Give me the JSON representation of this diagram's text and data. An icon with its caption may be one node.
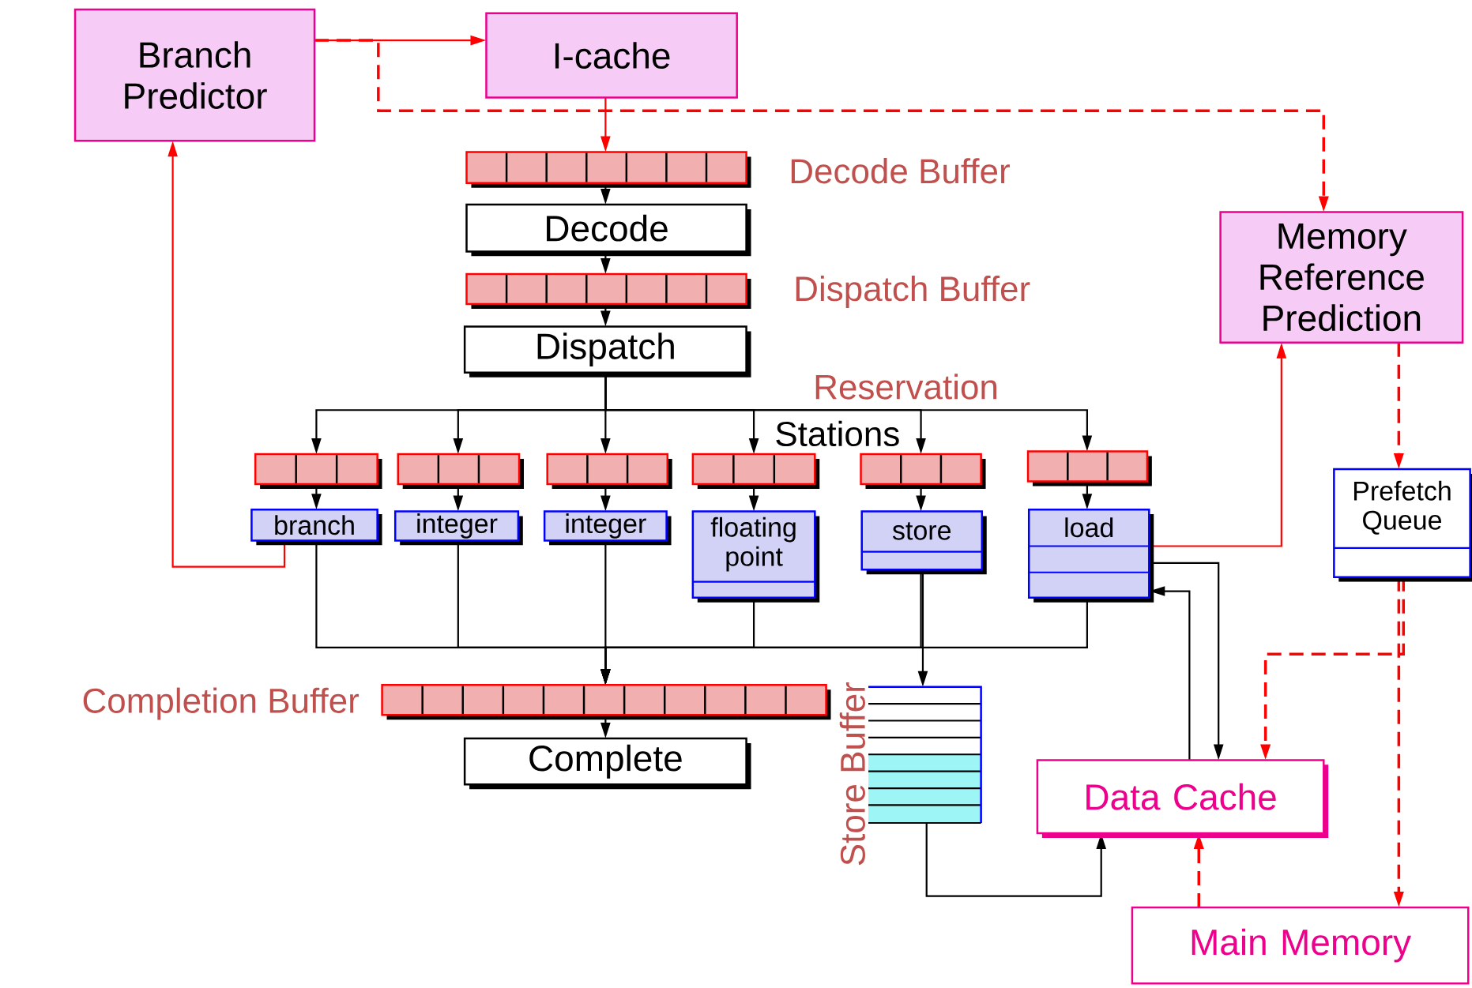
{
  "diagram": {
    "nodes": [
      {
        "text": [
          "Branch Predictor"
        ]
      },
      {
        "text": [
          "I-cache"
        ]
      },
      {
        "text": [],
        "shape": "bar",
        "beside": [
          "Decode Buffer"
        ]
      },
      {
        "text": [
          "Decode"
        ]
      },
      {
        "text": [],
        "shape": "bar",
        "beside": [
          "Dispatch Buffer"
        ]
      },
      {
        "text": [
          "Dispatch"
        ]
      },
      {
        "text": [
          "Memory Reference Prediction"
        ]
      },
      {
        "text": [],
        "shape": "bar"
      },
      {
        "text": [],
        "shape": "bar"
      },
      {
        "text": [],
        "shape": "bar"
      },
      {
        "text": [],
        "shape": "bar"
      },
      {
        "text": [],
        "shape": "bar"
      },
      {
        "text": [],
        "shape": "bar"
      },
      {
        "text": [
          "branch"
        ]
      },
      {
        "text": [
          "integer"
        ]
      },
      {
        "text": [
          "integer"
        ]
      },
      {
        "text": [
          "floating point"
        ]
      },
      {
        "text": [
          "store"
        ]
      },
      {
        "text": [
          "load"
        ]
      },
      {
        "text": [
          "Prefetch Queue"
        ]
      },
      {
        "text": [],
        "shape": "bar",
        "beside": [
          "Completion Buffer"
        ]
      },
      {
        "text": [
          "Complete"
        ]
      },
      {
        "text": [],
        "shape": "box",
        "beside": [
          "Store Buffer"
        ]
      },
      {
        "text": [
          "Data Cache"
        ]
      },
      {
        "text": [
          "Main Memory"
        ]
      }
    ],
    "edges": [
      {
        "from": 0,
        "to": 1,
        "arrow": "to",
        "color": "#ff0000"
      },
      {
        "from": 0,
        "to": 6,
        "arrow": "to",
        "style": "dashed",
        "color": "#ff0000"
      },
      {
        "from": 1,
        "to": 2,
        "arrow": "to",
        "color": "#ff0000"
      },
      {
        "from": 2,
        "to": 3,
        "arrow": "to"
      },
      {
        "from": 3,
        "to": 4,
        "arrow": "to"
      },
      {
        "from": 4,
        "to": 5,
        "arrow": "to"
      },
      {
        "from": 5,
        "to": 7,
        "arrow": "to"
      },
      {
        "from": 5,
        "to": 8,
        "arrow": "to"
      },
      {
        "from": 5,
        "to": 9,
        "arrow": "to"
      },
      {
        "from": 5,
        "to": 10,
        "arrow": "to"
      },
      {
        "from": 5,
        "to": 11,
        "arrow": "to"
      },
      {
        "from": 5,
        "to": 12,
        "arrow": "to"
      },
      {
        "from": 7,
        "to": 13,
        "arrow": "to"
      },
      {
        "from": 8,
        "to": 14,
        "arrow": "to"
      },
      {
        "from": 9,
        "to": 15,
        "arrow": "to"
      },
      {
        "from": 10,
        "to": 16,
        "arrow": "to"
      },
      {
        "from": 11,
        "to": 17,
        "arrow": "to"
      },
      {
        "from": 12,
        "to": 18,
        "arrow": "to"
      },
      {
        "from": 13,
        "to": 0,
        "arrow": "to",
        "color": "#ff0000"
      },
      {
        "from": 18,
        "to": 6,
        "arrow": "to",
        "color": "#ff0000"
      },
      {
        "from": 6,
        "to": 19,
        "arrow": "to",
        "style": "dashed",
        "color": "#ff0000"
      },
      {
        "from": 19,
        "to": 23,
        "arrow": "to",
        "style": "dashed",
        "color": "#ff0000"
      },
      {
        "from": 19,
        "to": 24,
        "arrow": "to",
        "style": "dashed",
        "color": "#ff0000"
      },
      {
        "from": 18,
        "to": 23,
        "arrow": "to"
      },
      {
        "from": 23,
        "to": 18,
        "arrow": "to"
      },
      {
        "from": 13,
        "to": 20,
        "arrow": "to"
      },
      {
        "from": 14,
        "to": 20,
        "arrow": "to"
      },
      {
        "from": 15,
        "to": 20,
        "arrow": "to"
      },
      {
        "from": 16,
        "to": 20,
        "arrow": "to"
      },
      {
        "from": 17,
        "to": 20,
        "arrow": "to"
      },
      {
        "from": 18,
        "to": 20,
        "arrow": "to"
      },
      {
        "from": 17,
        "to": 22,
        "arrow": "to"
      },
      {
        "from": 20,
        "to": 21,
        "arrow": "to"
      },
      {
        "from": 22,
        "to": 23,
        "arrow": "to"
      },
      {
        "from": 24,
        "to": 23,
        "arrow": "to",
        "style": "dashed",
        "color": "#ff0000"
      }
    ],
    "labels": [
      "Reservation",
      "Stations"
    ]
  }
}
